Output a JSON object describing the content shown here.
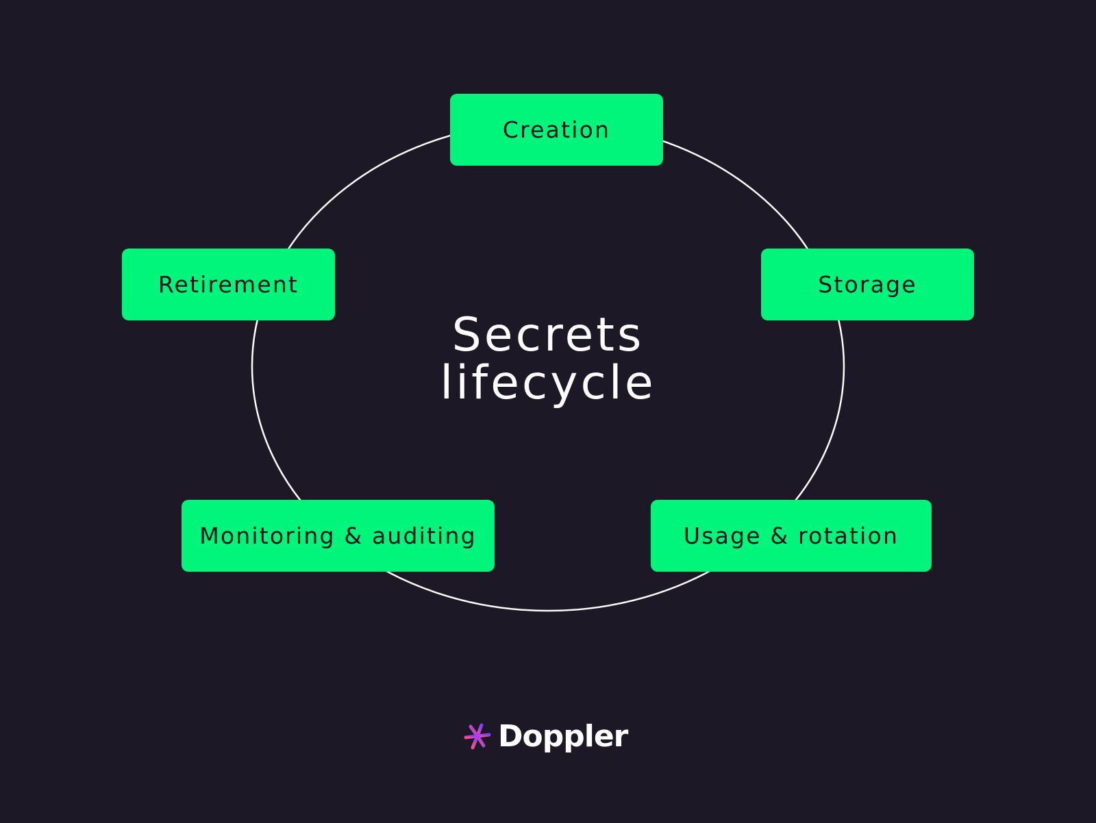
{
  "diagram": {
    "title_line1": "Secrets",
    "title_line2": "lifecycle",
    "stages": {
      "creation": "Creation",
      "storage": "Storage",
      "usage": "Usage & rotation",
      "monitoring": "Monitoring & auditing",
      "retirement": "Retirement"
    }
  },
  "brand": {
    "name": "Doppler",
    "logo_icon": "doppler-logo-icon"
  },
  "colors": {
    "background": "#1c1826",
    "stage_fill": "#00f57a",
    "stage_text": "#15131d",
    "ring": "#ffffff",
    "title": "#ffffff"
  }
}
